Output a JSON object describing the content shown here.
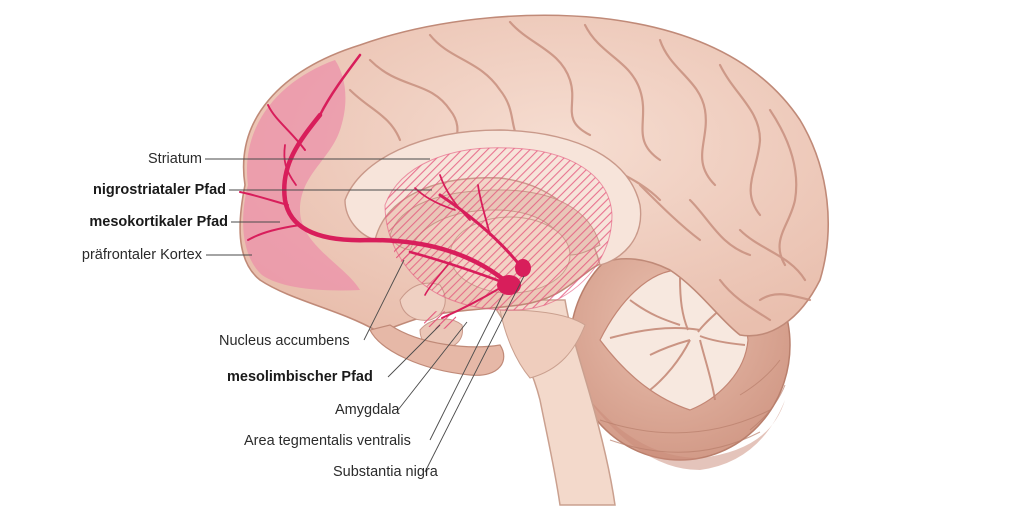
{
  "labels": {
    "striatum": "Striatum",
    "nigrostriatal": "nigrostriataler Pfad",
    "mesocortical": "mesokortikaler Pfad",
    "prefrontal": "präfrontaler Kortex",
    "accumbens": "Nucleus accumbens",
    "mesolimbic": "mesolimbischer Pfad",
    "amygdala": "Amygdala",
    "vta": "Area tegmentalis ventralis",
    "substantia_nigra": "Substantia nigra"
  },
  "colors": {
    "tissue": "#f2d3c6",
    "tissue_shade": "#e2b3a2",
    "sulcus": "#c88f7e",
    "cerebellum": "#dfae9e",
    "brainstem": "#f4dccf",
    "pathway": "#d81e5b",
    "prefrontal_highlight": "#ee9ab0",
    "striatum_hatch": "#e9708f"
  }
}
